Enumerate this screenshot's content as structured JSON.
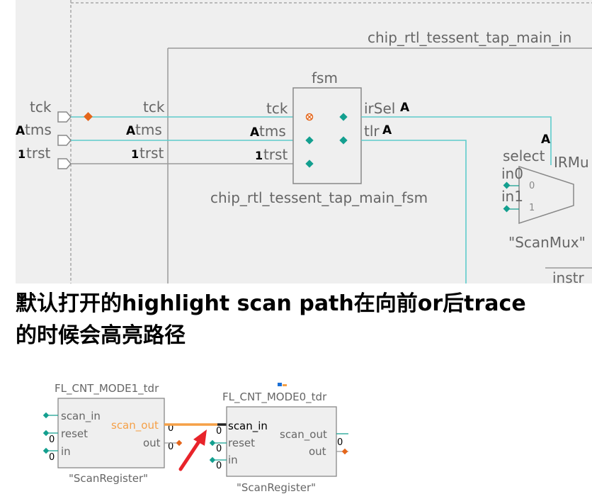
{
  "top_diagram": {
    "top_net_label": "chip_rtl_tessent_tap_main_in",
    "fsm_title": "fsm",
    "fsm_instance_name": "chip_rtl_tessent_tap_main_fsm",
    "inputs": {
      "tck": "tck",
      "tms": "tms",
      "trst": "trst"
    },
    "fsm_ports": {
      "tck": "tck",
      "tms": "tms",
      "trst": "trst",
      "irSel": "irSel",
      "tlr": "tlr"
    },
    "active_high_marker": "A",
    "active_low_marker": "1",
    "mux_select": "select",
    "mux_partial_name": "IRMu",
    "mux_in0": "in0",
    "mux_in1": "in1",
    "mux_in0_index": "0",
    "mux_in1_index": "1",
    "mux_module": "\"ScanMux\"",
    "instr_partial": "instr"
  },
  "caption": {
    "line1": "默认打开的highlight scan path在向前or后trace",
    "line2": "的时候会高亮路径"
  },
  "bottom_diagram": {
    "left_block": {
      "title": "FL_CNT_MODE1_tdr",
      "ports": [
        "scan_in",
        "reset",
        "in"
      ],
      "scan_out": "scan_out",
      "out": "out",
      "module": "\"ScanRegister\"",
      "values": [
        "0",
        "0",
        "0"
      ]
    },
    "right_block": {
      "title": "FL_CNT_MODE0_tdr",
      "ports": [
        "scan_in",
        "reset",
        "in"
      ],
      "scan_out": "scan_out",
      "out": "out",
      "module": "\"ScanRegister\"",
      "values": [
        "0",
        "0",
        "0",
        "0"
      ]
    }
  },
  "colors": {
    "canvas_bg": "#efefef",
    "wire": "#5ecccc",
    "highlight": "#f5a047",
    "pin_teal": "#139f8f",
    "pin_orange": "#e4661b",
    "arrow": "#e8232a",
    "label_text": "#666666"
  }
}
